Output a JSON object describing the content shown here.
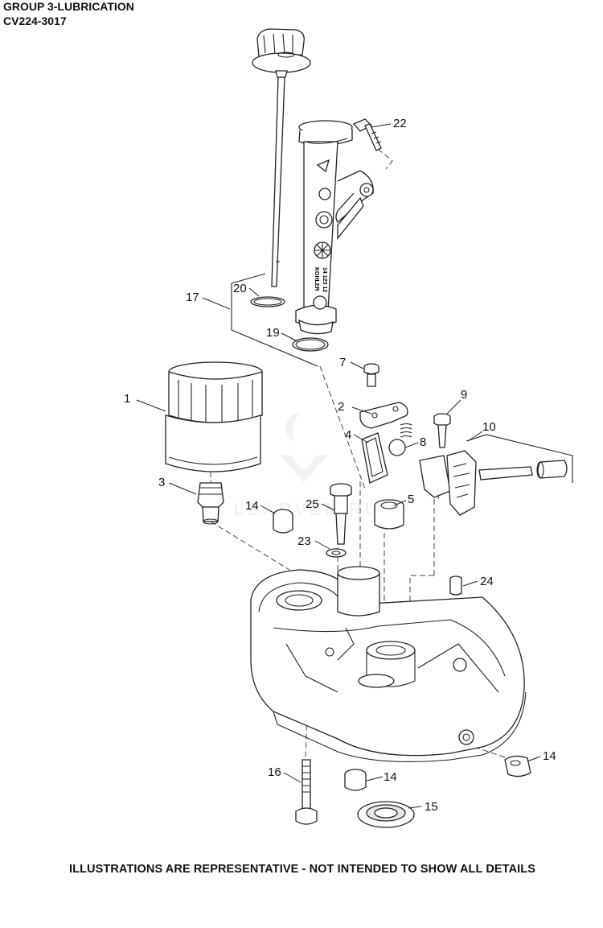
{
  "header": {
    "line1": "GROUP 3-LUBRICATION",
    "line2": "CV224-3017"
  },
  "watermark": "LEADVEN.RU",
  "footer": "ILLUSTRATIONS ARE REPRESENTATIVE - NOT INTENDED TO SHOW ALL DETAILS",
  "tube_marking": {
    "line1": "KOHLER",
    "line2": "14 123 12"
  },
  "callouts": {
    "c1": "1",
    "c2": "2",
    "c3": "3",
    "c4": "4",
    "c5": "5",
    "c7": "7",
    "c8": "8",
    "c9": "9",
    "c10": "10",
    "c14a": "14",
    "c14b": "14",
    "c14c": "14",
    "c15": "15",
    "c16": "16",
    "c17": "17",
    "c19": "19",
    "c20": "20",
    "c22": "22",
    "c23": "23",
    "c24": "24",
    "c25": "25"
  },
  "colors": {
    "line": "#222222",
    "fill": "#ffffff",
    "watermark": "#e8e8e8"
  }
}
